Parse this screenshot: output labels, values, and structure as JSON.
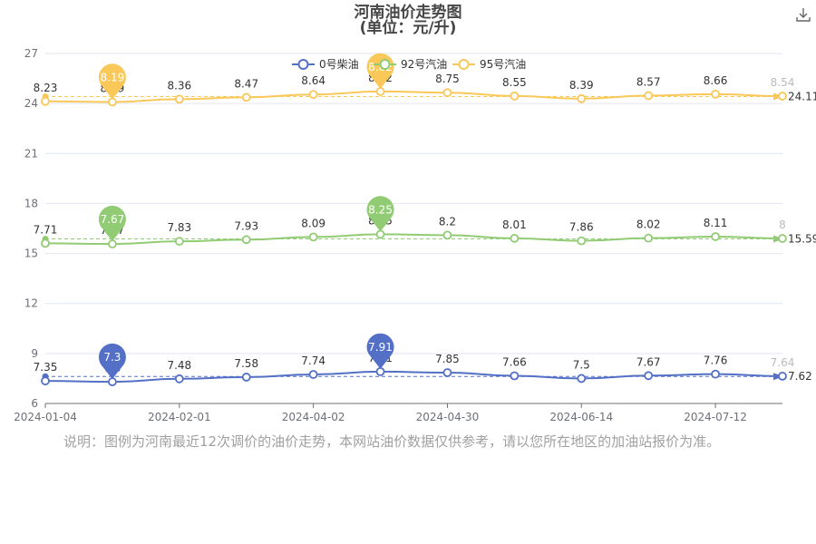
{
  "title": "河南油价走势图",
  "subtitle": "(单位：元/升)",
  "note": "说明：图例为河南最近12次调价的油价走势，本网站油价数据仅供参考，请以您所在地区的加油站报价为准。",
  "download_icon": "download-icon",
  "chart_data": {
    "type": "line",
    "ylim": [
      6,
      27
    ],
    "yticks": [
      6,
      9,
      12,
      15,
      18,
      21,
      24,
      27
    ],
    "xticks": [
      "2024-01-04",
      "2024-02-01",
      "2024-04-02",
      "2024-04-30",
      "2024-06-14",
      "2024-07-12"
    ],
    "legend_position": "top",
    "grid": "horizontal",
    "series": [
      {
        "name": "0号柴油",
        "color": "#5470c6",
        "values": [
          7.35,
          7.3,
          7.48,
          7.58,
          7.74,
          7.91,
          7.85,
          7.66,
          7.5,
          7.67,
          7.76,
          7.64
        ],
        "labels": [
          "7.35",
          "7.3",
          "7.48",
          "7.58",
          "7.74",
          "7.91",
          "7.85",
          "7.66",
          "7.5",
          "7.67",
          "7.76",
          "7.64"
        ],
        "min_pin": {
          "label": "7.3",
          "index": 1
        },
        "max_pin": {
          "label": "7.91",
          "index": 5
        },
        "avg": "7.62"
      },
      {
        "name": "92号汽油",
        "color": "#91cc75",
        "values": [
          7.71,
          7.67,
          7.83,
          7.93,
          8.09,
          8.25,
          8.2,
          8.01,
          7.86,
          8.02,
          8.11,
          8.0
        ],
        "labels": [
          "7.71",
          "7.67",
          "7.83",
          "7.93",
          "8.09",
          "8.25",
          "8.2",
          "8.01",
          "7.86",
          "8.02",
          "8.11",
          "8"
        ],
        "min_pin": {
          "label": "7.67",
          "index": 1
        },
        "max_pin": {
          "label": "8.25",
          "index": 5
        },
        "avg": "15.59"
      },
      {
        "name": "95号汽油",
        "color": "#fac858",
        "values": [
          8.23,
          8.19,
          8.36,
          8.47,
          8.64,
          8.82,
          8.75,
          8.55,
          8.39,
          8.57,
          8.66,
          8.54
        ],
        "labels": [
          "8.23",
          "8.19",
          "8.36",
          "8.47",
          "8.64",
          "8.82",
          "8.75",
          "8.55",
          "8.39",
          "8.57",
          "8.66",
          "8.54"
        ],
        "min_pin": {
          "label": "8.19",
          "index": 1
        },
        "max_pin": {
          "label": "8.82",
          "index": 5
        },
        "avg": "24.11"
      }
    ]
  }
}
